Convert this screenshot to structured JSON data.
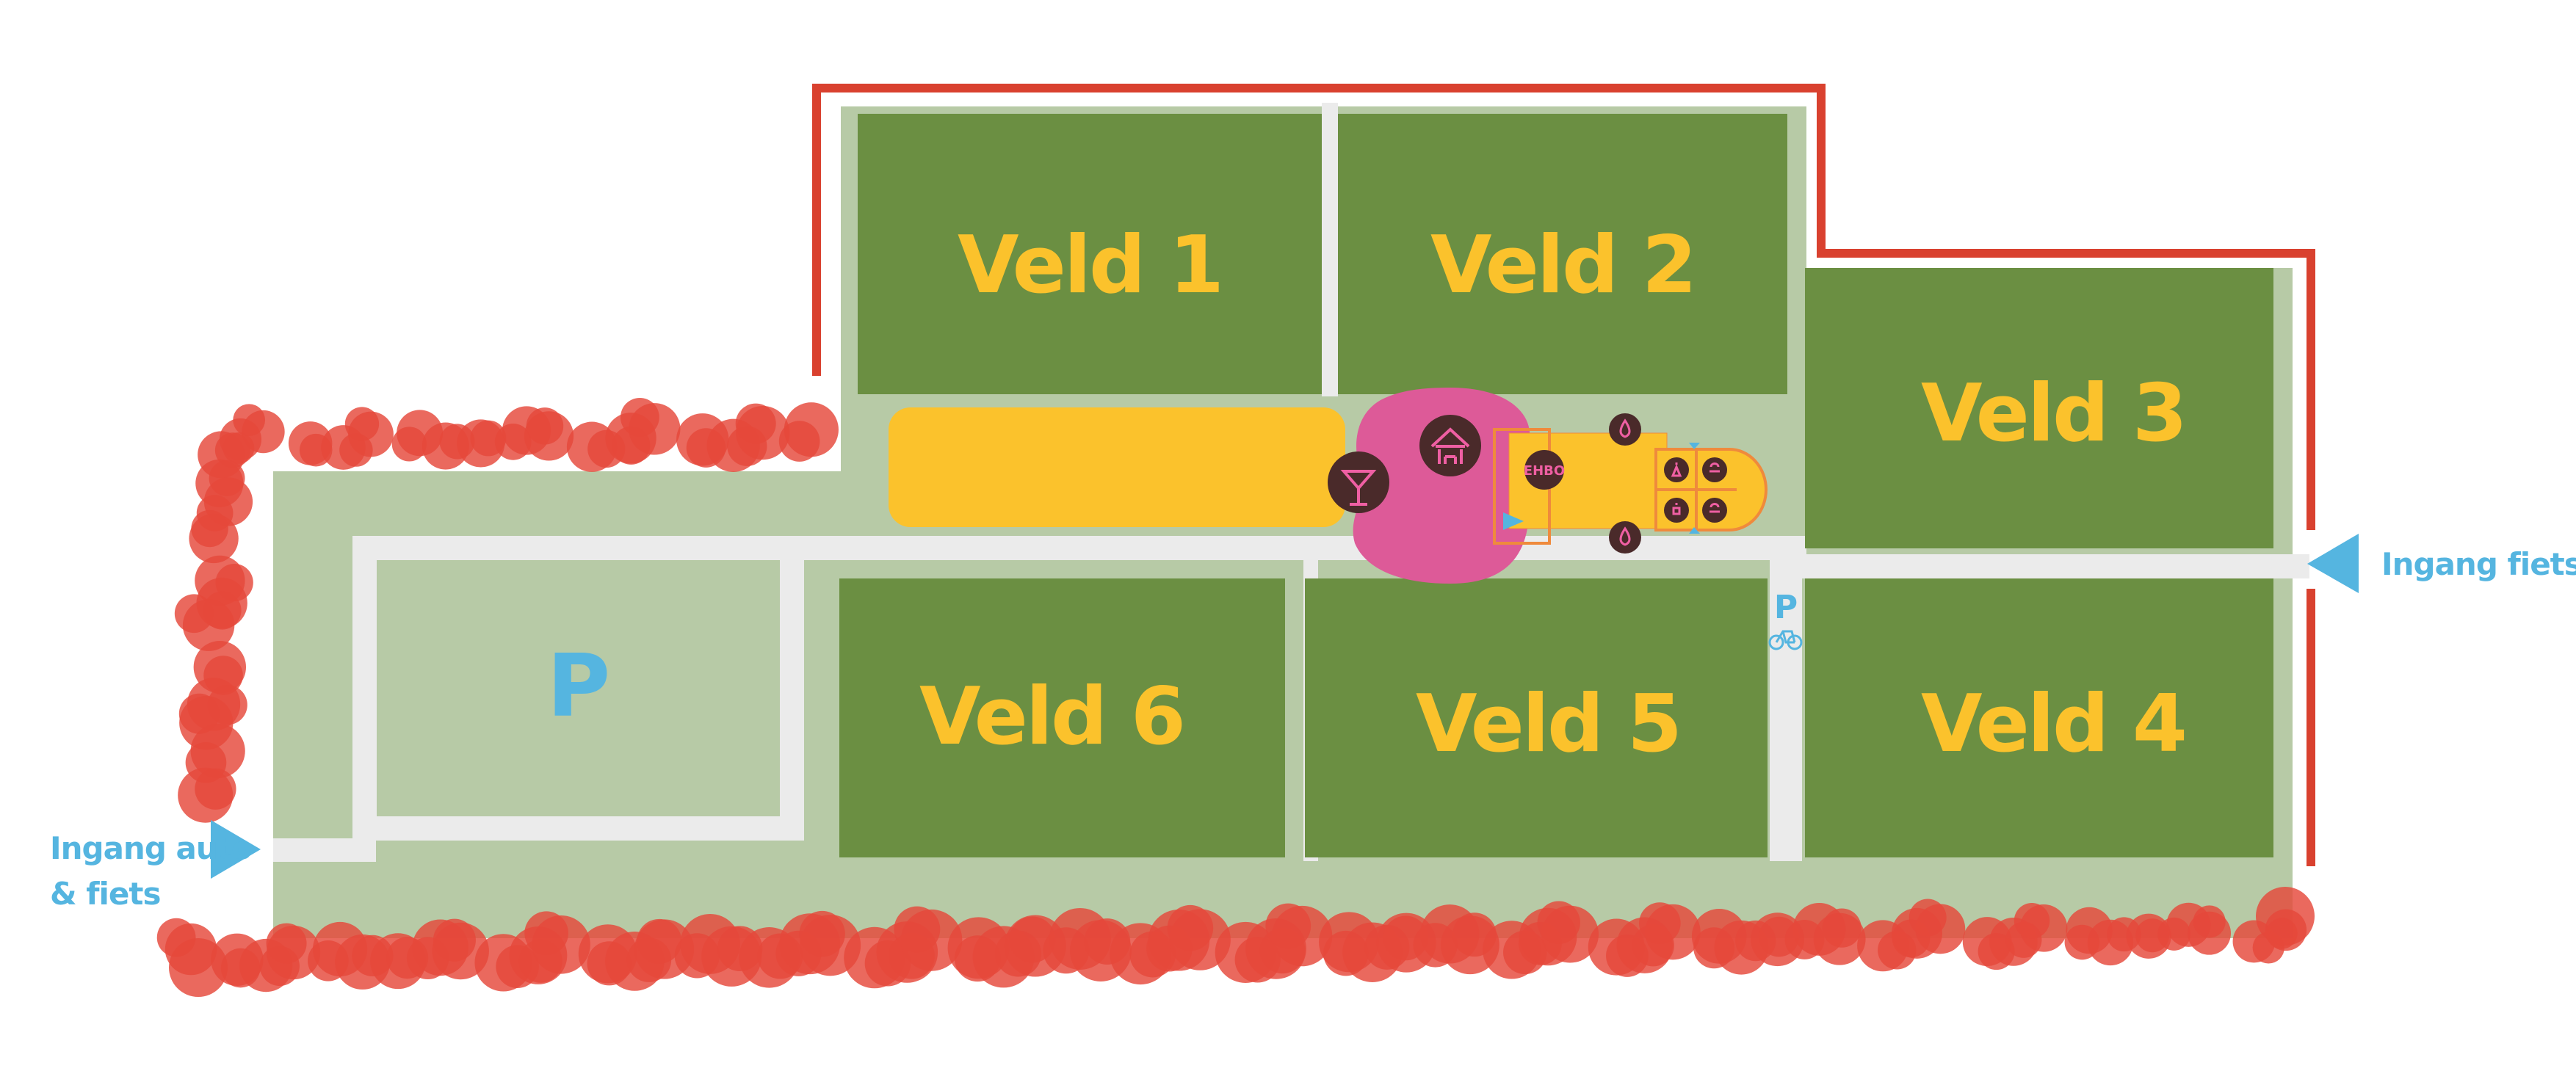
{
  "colors": {
    "terrain": "#b7caa6",
    "field": "#6b8f42",
    "field_label": "#fbc22c",
    "path": "#ebebeb",
    "fence": "#d9412f",
    "hedge": "#e5483b",
    "parking_label": "#55b5e0",
    "entrance": "#55b5e0",
    "stage": "#fbc22c",
    "stage_outline": "#ef8a3c",
    "bar_area": "#dd5a98",
    "icon_circle": "#4a2a2a",
    "icon_glyph": "#ef5fa3"
  },
  "fields": [
    {
      "id": "veld-1",
      "label": "Veld 1"
    },
    {
      "id": "veld-2",
      "label": "Veld 2"
    },
    {
      "id": "veld-3",
      "label": "Veld 3"
    },
    {
      "id": "veld-4",
      "label": "Veld 4"
    },
    {
      "id": "veld-5",
      "label": "Veld 5"
    },
    {
      "id": "veld-6",
      "label": "Veld 6"
    }
  ],
  "parking": {
    "label": "P"
  },
  "bike_parking": {
    "label": "P"
  },
  "entrances": {
    "car_bike": {
      "line1": "Ingang auto",
      "line2": "& fiets"
    },
    "bike": {
      "label": "Ingang fiets"
    }
  },
  "facilities": {
    "ehbo": {
      "label": "EHBO"
    },
    "bar": {
      "icon": "cocktail-icon"
    },
    "tent": {
      "icon": "tent-icon"
    },
    "water": {
      "icon": "water-drop-icon"
    },
    "toilets": {
      "icon": "toilet-icon"
    }
  }
}
